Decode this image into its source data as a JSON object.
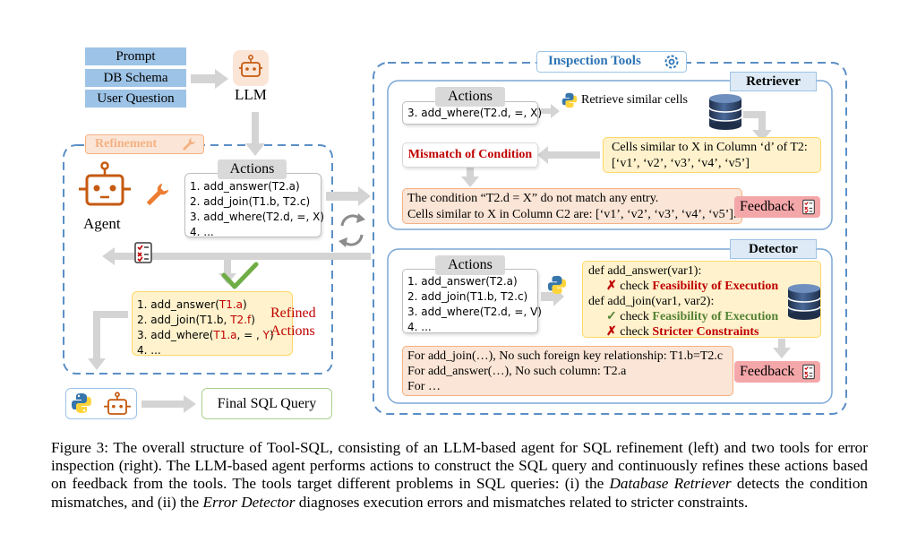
{
  "inputs": {
    "prompt": "Prompt",
    "db_schema": "DB Schema",
    "user_question": "User Question"
  },
  "llm": {
    "label": "LLM"
  },
  "refinement": {
    "title": "Refinement",
    "agent_label": "Agent",
    "actions_title": "Actions",
    "actions": [
      "1. add_answer(T2.a)",
      "2. add_join(T1.b, T2.c)",
      "3. add_where(T2.d, =, X)",
      "4. ..."
    ],
    "refined_label_1": "Refined",
    "refined_label_2": "Actions",
    "refined": [
      {
        "prefix": "1. add_answer(",
        "red": "T1.a",
        "mid": "",
        "red2": "",
        "suffix": ")"
      },
      {
        "prefix": "2. add_join(T1.b, ",
        "red": "T2.f",
        "mid": "",
        "red2": "",
        "suffix": ")"
      },
      {
        "prefix": "3. add_where(",
        "red": "T1.a",
        "mid": ", = , ",
        "red2": "Y",
        "suffix": ")"
      },
      {
        "prefix": "4. ...",
        "red": "",
        "mid": "",
        "red2": "",
        "suffix": ""
      }
    ],
    "final": "Final SQL Query"
  },
  "inspection": {
    "title": "Inspection Tools",
    "retriever": {
      "title": "Retriever",
      "actions_title": "Actions",
      "action": "3. add_where(T2.d, =, X)",
      "retrieve_label": "Retrieve similar cells",
      "cells_line1": "Cells similar to X in Column ‘d’ of T2:",
      "cells_line2": "[‘v1’, ‘v2’, ‘v3’, ‘v4’, ‘v5’]",
      "mismatch": "Mismatch of Condition",
      "feedback_line1": "The condition “T2.d = X” do not match any entry.",
      "feedback_line2": "Cells similar to X in Column C2 are: [‘v1’, ‘v2’, ‘v3’, ‘v4’, ‘v5’].",
      "feedback_tag": "Feedback"
    },
    "detector": {
      "title": "Detector",
      "actions_title": "Actions",
      "actions": [
        "1. add_answer(T2.a)",
        "2. add_join(T1.b, T2.c)",
        "3. add_where(T2.d, =, V)",
        "4. ..."
      ],
      "def1": "def add_answer(var1):",
      "check1_word": "check",
      "check1_bold": "Feasibility of Execution",
      "def2": "def add_join(var1, var2):",
      "check2_word": "check",
      "check2_bold": "Feasibility of Execution",
      "check3_word": "check",
      "check3_bold": "Stricter Constraints",
      "feedback_line1": "For add_join(…), No such foreign key relationship: T1.b=T2.c",
      "feedback_line2": "For add_answer(…), No such column: T2.a",
      "feedback_line3": "For …",
      "feedback_tag": "Feedback"
    }
  },
  "caption": {
    "part1": "Figure 3: The overall structure of Tool-SQL, consisting of an LLM-based agent for SQL refinement (left) and two tools for error inspection (right). The LLM-based agent performs actions to construct the SQL query and continuously refines these actions based on feedback from the tools. The tools target different problems in SQL queries: (i) the ",
    "italic1": "Database Retriever",
    "part2": " detects the condition mismatches, and (ii) the ",
    "italic2": "Error Detector",
    "part3": " diagnoses execution errors and mismatches related to stricter constraints."
  },
  "colors": {
    "blue_box": "#9dc3e6",
    "green_box": "#e2f0d9",
    "yellow_box": "#fff2cc",
    "red_box": "#fbe5d6",
    "gray_arrow": "#d0d0d0",
    "dashed_border": "#5b8fc6",
    "orange": "#f4b183",
    "feedback_pink": "#f4a7a9",
    "mismatch_red": "#c00000",
    "check_green": "#548235"
  },
  "icons": [
    "robot-icon",
    "wrench-icon",
    "gear-icon",
    "python-icon",
    "database-icon",
    "checklist-icon",
    "check-icon",
    "cross-icon",
    "refresh-icon"
  ]
}
